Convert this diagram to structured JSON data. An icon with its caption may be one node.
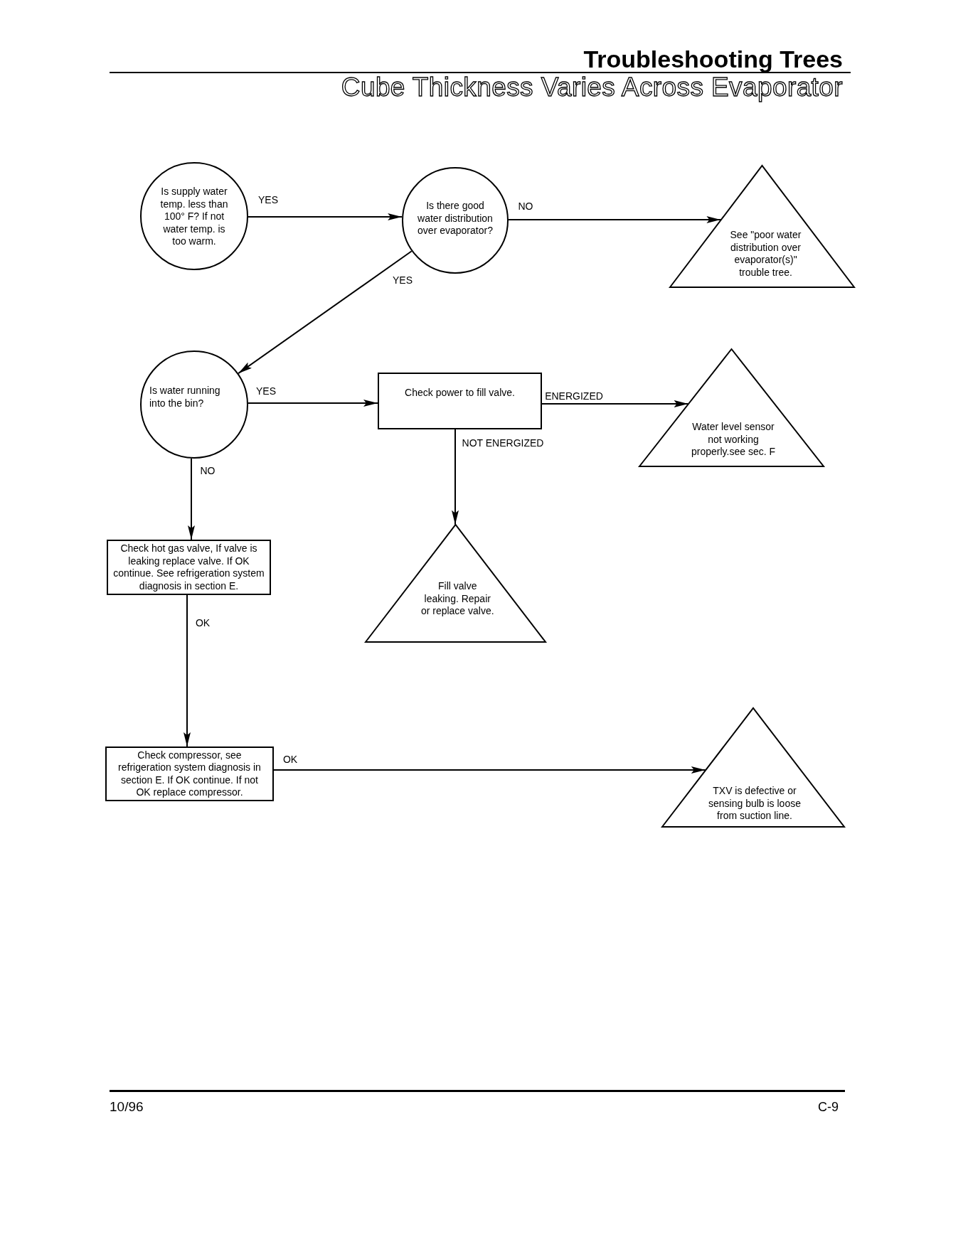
{
  "diagram": {
    "title": "Troubleshooting Trees",
    "nodes": [
      {
        "text": [
          "Is supply water temp. less than 100° F? If not water temp. is too warm."
        ]
      },
      {
        "text": [
          "Is there good water distribution over evaporator?"
        ]
      },
      {
        "text": [
          "See \"poor water distribution over evaporator(s)\" trouble tree."
        ]
      },
      {
        "text": [
          "Is water running into the bin?"
        ]
      },
      {
        "text": [
          "Check power to fill valve."
        ]
      },
      {
        "text": [
          "Water level sensor not working properly.see sec. F"
        ]
      },
      {
        "text": [
          "Check hot gas valve, If valve is leaking replace valve. If OK continue. See refrigeration system diagnosis in section E."
        ]
      },
      {
        "text": [
          "Fill valve leaking. Repair or replace valve."
        ]
      },
      {
        "text": [
          "Check compressor, see refrigeration system diagnosis in section E. If OK continue. If not OK replace compressor."
        ]
      },
      {
        "text": [
          "TXV is defective or sensing bulb is loose from suction line."
        ]
      }
    ],
    "edges": [
      {
        "from": 0,
        "to": 1,
        "arrow": "to",
        "label": "YES"
      },
      {
        "from": 1,
        "to": 2,
        "arrow": "to",
        "label": "NO"
      },
      {
        "from": 1,
        "to": 3,
        "arrow": "to",
        "label": "YES"
      },
      {
        "from": 3,
        "to": 4,
        "arrow": "to",
        "label": "YES"
      },
      {
        "from": 4,
        "to": 5,
        "arrow": "to",
        "label": "ENERGIZED"
      },
      {
        "from": 4,
        "to": 7,
        "arrow": "to",
        "label": "NOT ENERGIZED"
      },
      {
        "from": 3,
        "to": 6,
        "arrow": "to",
        "label": "NO"
      },
      {
        "from": 6,
        "to": 8,
        "arrow": "to",
        "label": "OK"
      },
      {
        "from": 8,
        "to": 9,
        "arrow": "to",
        "label": "OK"
      }
    ],
    "labels": [
      "Cube Thickness Varies Across Evaporator",
      "10/96",
      "C-9"
    ]
  }
}
